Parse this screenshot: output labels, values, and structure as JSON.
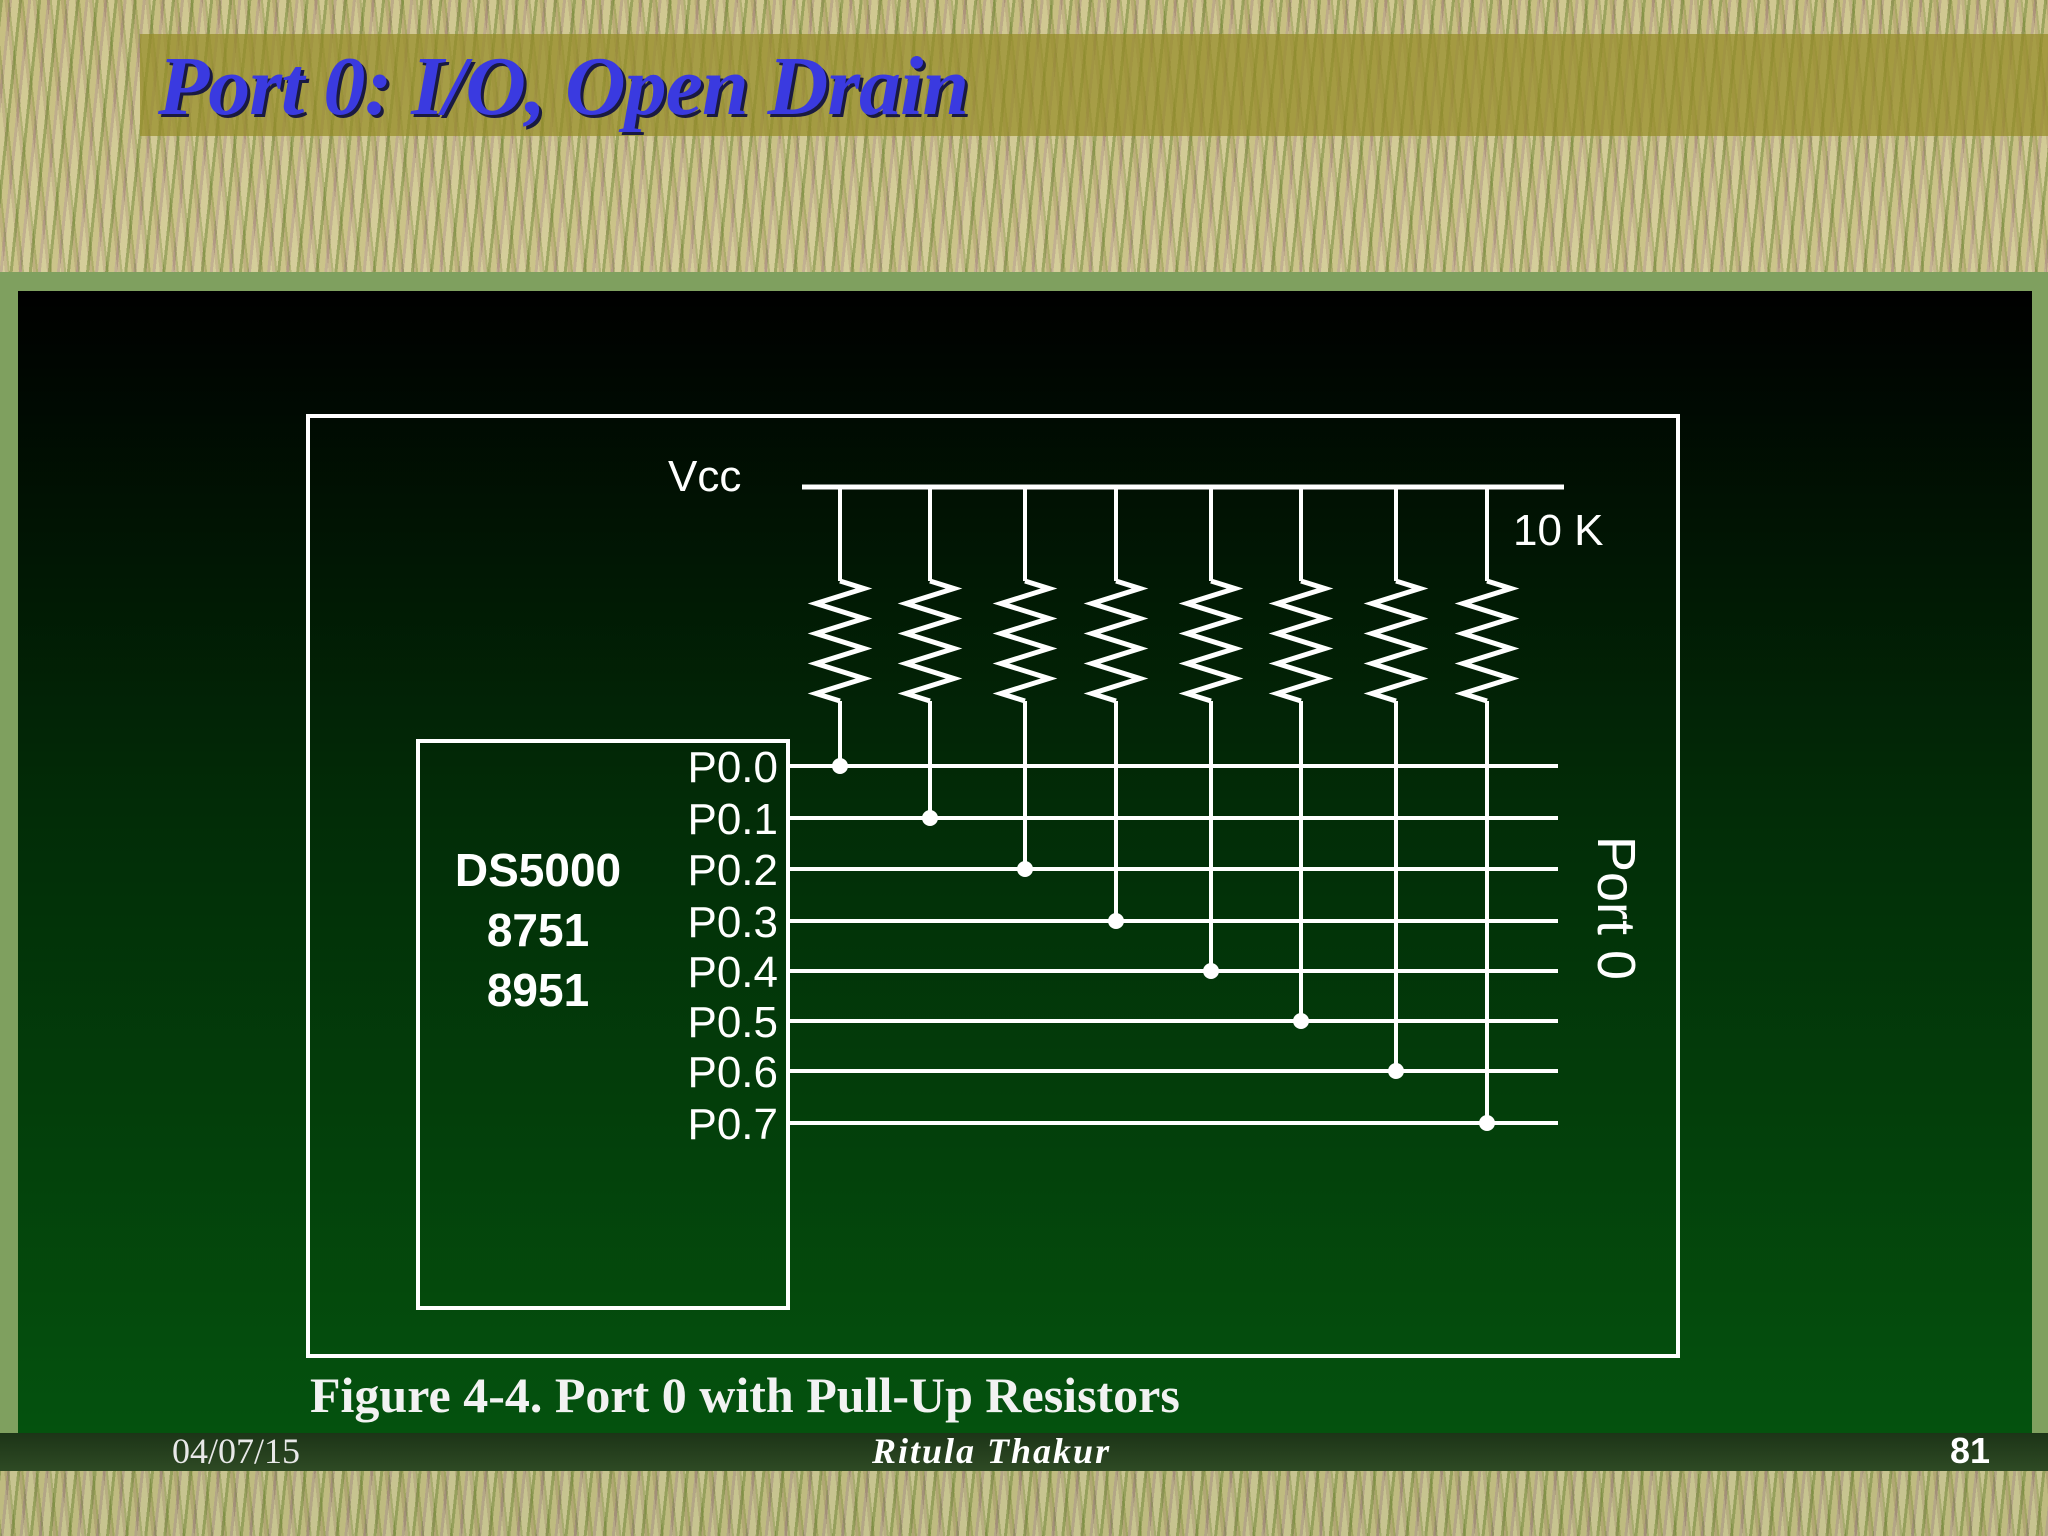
{
  "slide": {
    "title": "Port 0: I/O, Open Drain",
    "caption": "Figure 4-4. Port 0 with Pull-Up Resistors",
    "footer": {
      "date": "04/07/15",
      "author": "Ritula Thakur",
      "page": "81"
    }
  },
  "diagram": {
    "supply_label": "Vcc",
    "resistor_value": "10 K",
    "chip_lines": [
      "DS5000",
      "8751",
      "8951"
    ],
    "pins": [
      "P0.0",
      "P0.1",
      "P0.2",
      "P0.3",
      "P0.4",
      "P0.5",
      "P0.6",
      "P0.7"
    ],
    "port_label": "Port 0"
  },
  "colors": {
    "title_text": "#3a3ae0",
    "figure_bg_top": "#000000",
    "figure_bg_bottom": "#04520e",
    "line": "#ffffff"
  }
}
